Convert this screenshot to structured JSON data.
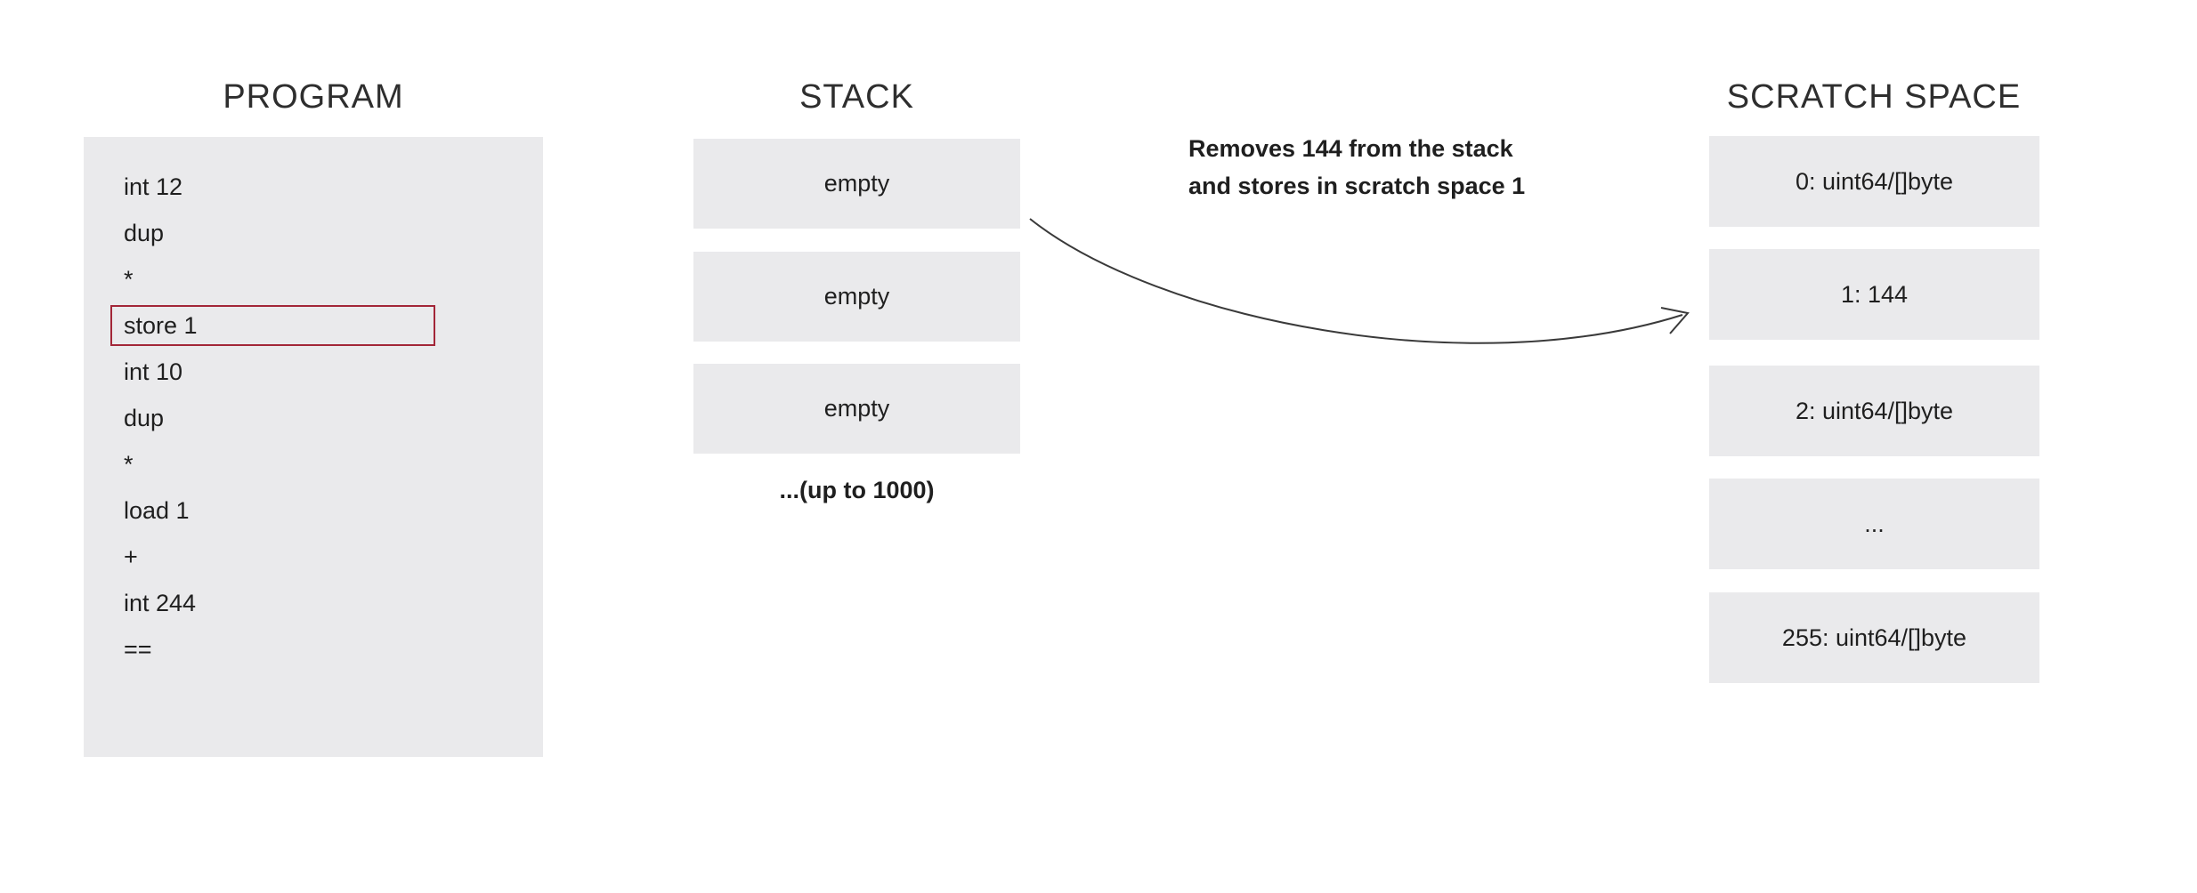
{
  "program": {
    "title": "PROGRAM",
    "lines": [
      "int 12",
      "dup",
      "*",
      "store 1",
      "int 10",
      "dup",
      "*",
      "load 1",
      "+",
      "int 244",
      "=="
    ],
    "highlighted_line": "store 1",
    "highlight_index": 3
  },
  "stack": {
    "title": "STACK",
    "slots": [
      "empty",
      "empty",
      "empty"
    ],
    "note": "...(up to 1000)"
  },
  "annotation": {
    "line1": "Removes 144 from the stack",
    "line2": "and stores in scratch space 1"
  },
  "scratch": {
    "title": "SCRATCH SPACE",
    "slots": [
      "0: uint64/[]byte",
      "1: 144",
      "2: uint64/[]byte",
      "...",
      "255: uint64/[]byte"
    ]
  },
  "colors": {
    "box_bg": "#eaeaec",
    "highlight_border": "#a32638",
    "text": "#2b2b2b",
    "arrow": "#3a3a3a"
  }
}
